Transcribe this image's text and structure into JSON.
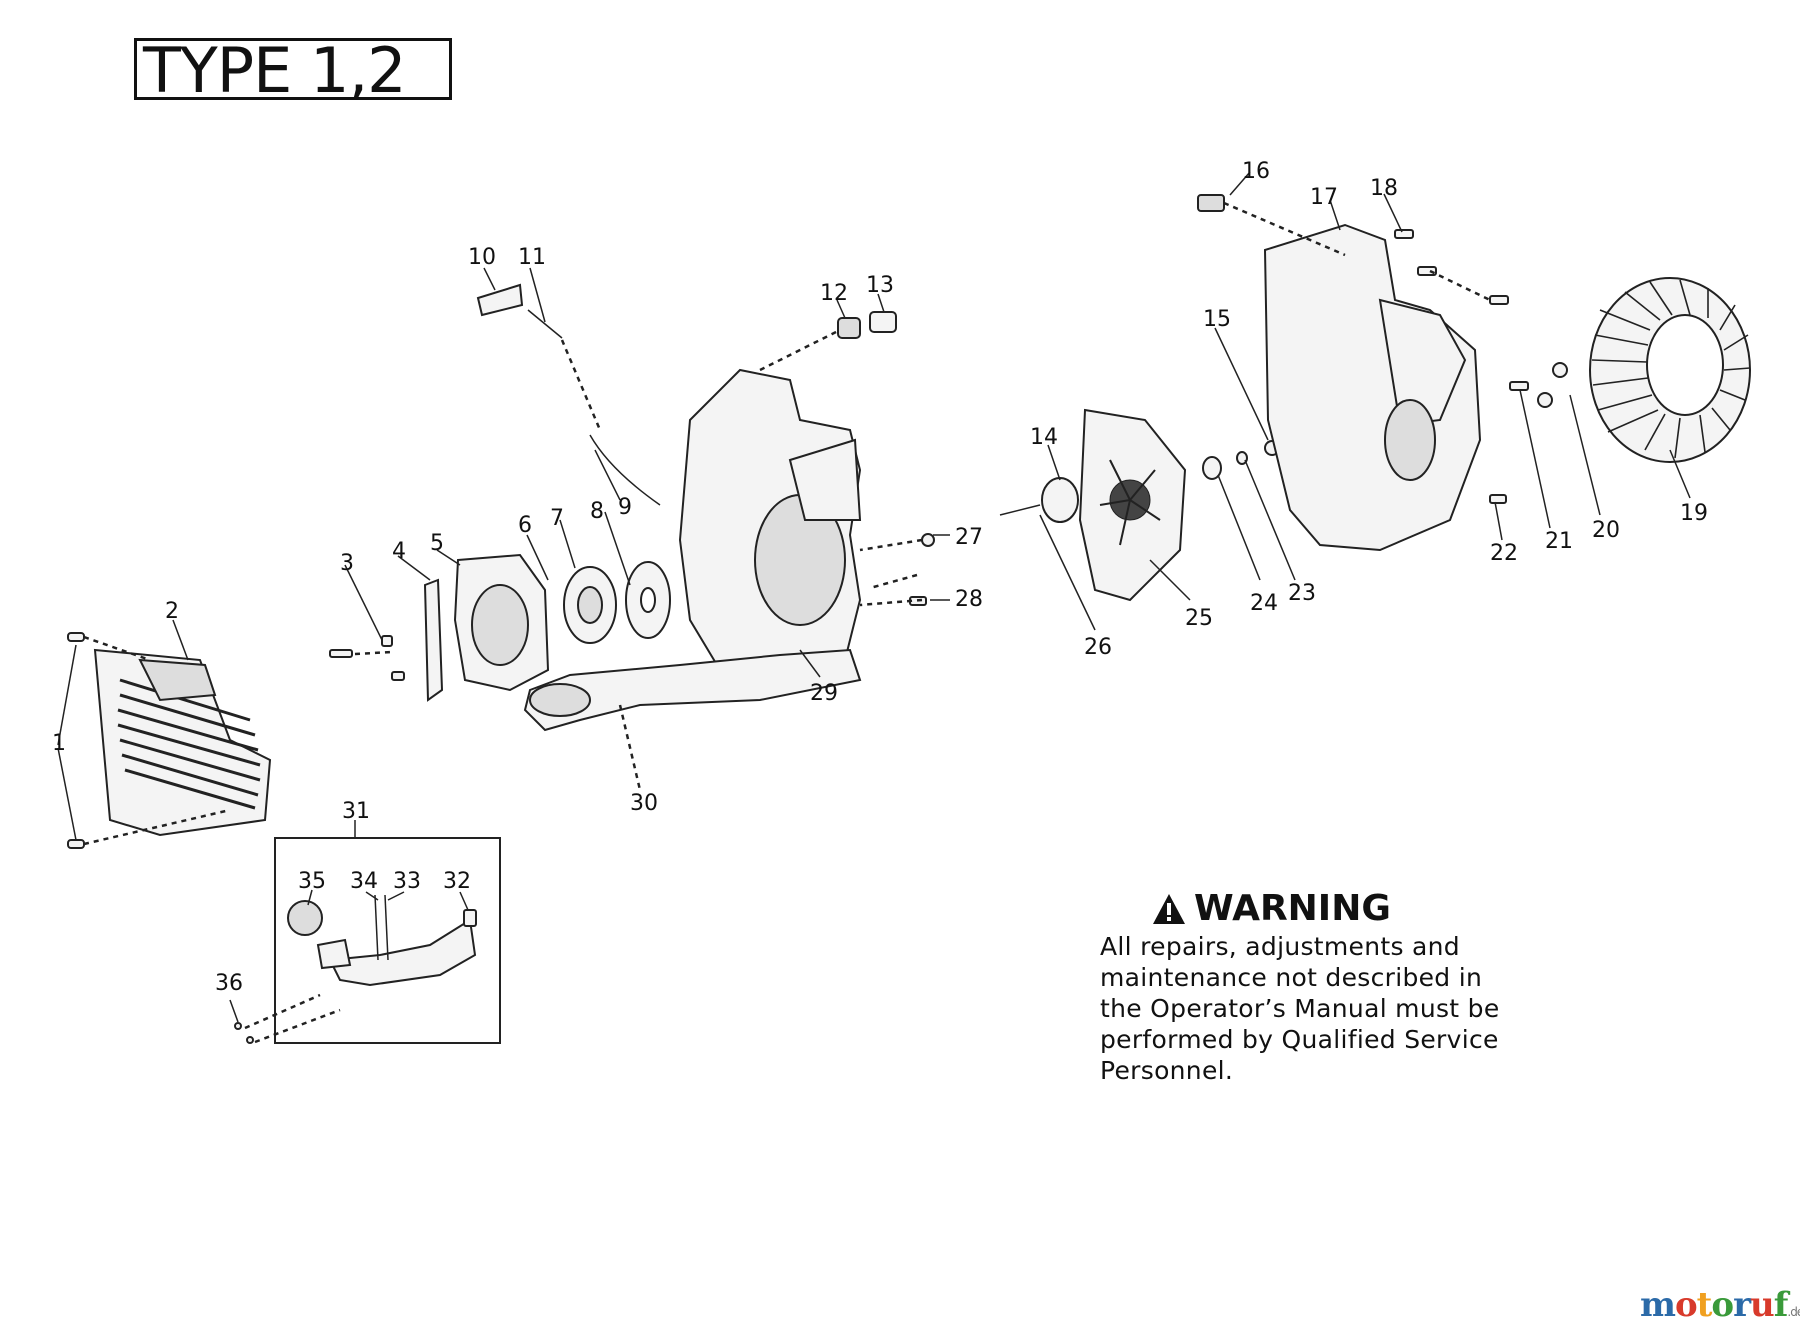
{
  "type_label": "TYPE 1,2",
  "callouts": [
    "1",
    "2",
    "3",
    "4",
    "5",
    "6",
    "7",
    "8",
    "9",
    "10",
    "11",
    "12",
    "13",
    "14",
    "15",
    "16",
    "17",
    "18",
    "19",
    "20",
    "21",
    "22",
    "23",
    "24",
    "25",
    "26",
    "27",
    "28",
    "29",
    "30",
    "31",
    "32",
    "33",
    "34",
    "35",
    "36"
  ],
  "warning": {
    "title": "WARNING",
    "lines": [
      "All repairs, adjustments and",
      "maintenance not described in",
      "the Operator’s Manual must be",
      "performed by Qualified Service",
      "Personnel."
    ]
  },
  "brand": {
    "letters": [
      "m",
      "o",
      "t",
      "o",
      "r",
      "u",
      "f"
    ],
    "tld": ".de"
  },
  "icons": [
    "warning-triangle-icon"
  ]
}
